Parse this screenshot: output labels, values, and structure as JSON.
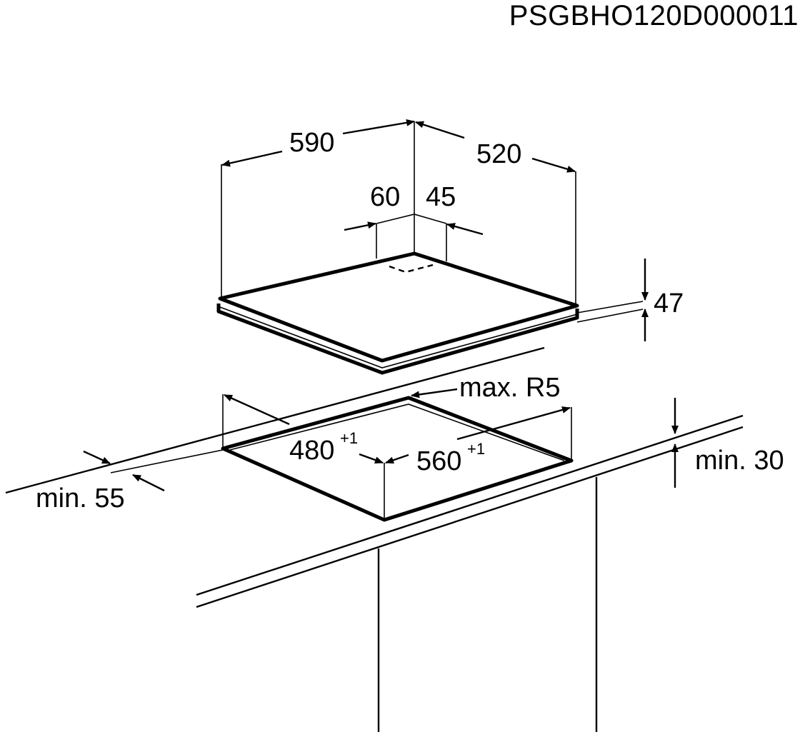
{
  "document_code": "PSGBHO120D000011",
  "dimensions": {
    "width": "590",
    "depth": "520",
    "left_offset": "60",
    "right_offset": "45",
    "height": "47",
    "corner_radius": "max. R5",
    "cutout_depth": "480",
    "cutout_depth_tol": "+1",
    "cutout_width": "560",
    "cutout_width_tol": "+1",
    "min_front": "min. 55",
    "min_top": "min. 30"
  }
}
